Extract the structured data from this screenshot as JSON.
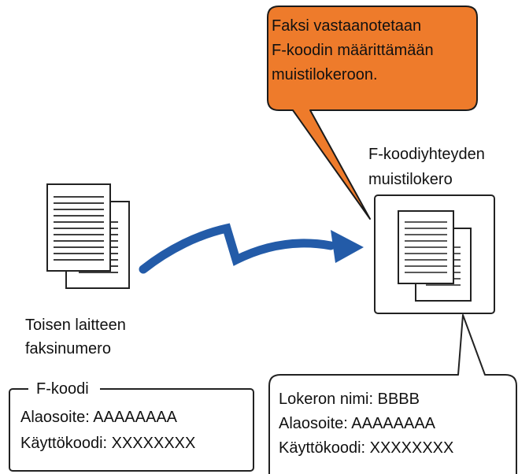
{
  "callout": {
    "lines": [
      "Faksi vastaanotetaan",
      "F-koodin määrittämään",
      "muistilokeroon."
    ],
    "color": "#ee7b2b"
  },
  "memory_box": {
    "label_lines": [
      "F-koodiyhteyden",
      "muistilokero"
    ]
  },
  "sender": {
    "label_lines": [
      "Toisen laitteen",
      "faksinumero"
    ]
  },
  "fcode_box": {
    "title": "F-koodi",
    "sub_address": "Alaosoite: AAAAAAAA",
    "passcode": "Käyttökoodi: XXXXXXXX"
  },
  "box_info": {
    "name": "Lokeron nimi: BBBB",
    "sub_address": "Alaosoite: AAAAAAAA",
    "passcode": "Käyttökoodi: XXXXXXXX"
  },
  "arrow_color": "#235ba8"
}
